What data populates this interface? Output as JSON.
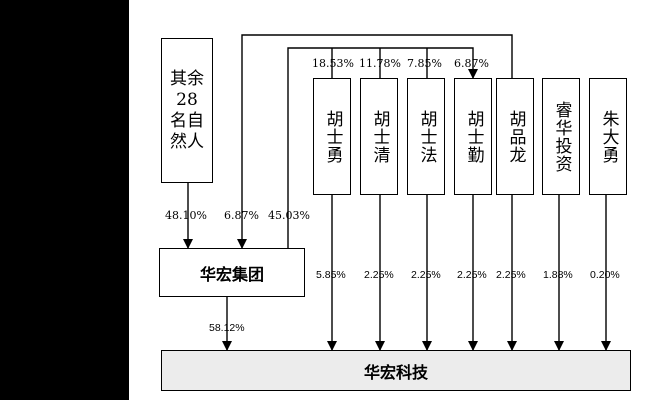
{
  "shareholders": {
    "others": "其余28名自然人",
    "hu_shiyong": "胡士勇",
    "hu_shiqing": "胡士清",
    "hu_shifa": "胡士法",
    "hu_shiqin": "胡士勤",
    "hu_pinlong": "胡品龙",
    "ronghua": "睿华投资",
    "zhu_dayong": "朱大勇"
  },
  "companies": {
    "group": "华宏集团",
    "tech": "华宏科技"
  },
  "group_holdings": {
    "hu_shiyong": "18.53%",
    "hu_shiqing": "11.78%",
    "hu_shifa": "7.85%",
    "hu_shiqin": "6.87%",
    "others": "48.10%",
    "hu_pinlong": "6.87%",
    "rest": "45.03%"
  },
  "tech_holdings": {
    "group": "58.12%",
    "hu_shiyong": "5.85%",
    "hu_shiqing": "2.25%",
    "hu_shifa": "2.25%",
    "hu_shiqin": "2.25%",
    "hu_pinlong": "2.25%",
    "ronghua": "1.88%",
    "zhu_dayong": "0.20%"
  }
}
